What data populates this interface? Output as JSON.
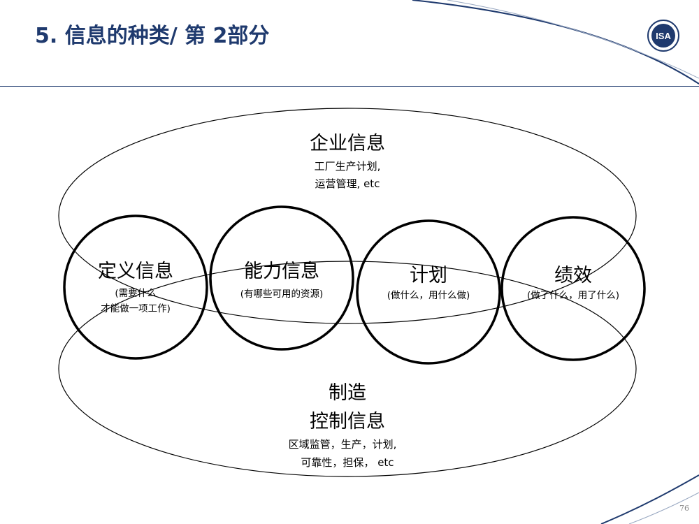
{
  "title": "5. 信息的种类/ 第 2部分",
  "logo_text": "ISA",
  "slide_number": "76",
  "enterprise": {
    "label": "企业信息",
    "desc_line1": "工厂生产计划,",
    "desc_line2": "运营管理, etc"
  },
  "manufacturing": {
    "label_line1": "制造",
    "label_line2": "控制信息",
    "desc_line1": "区域监管，生产，计划,",
    "desc_line2": "可靠性，担保， etc"
  },
  "circles": [
    {
      "label": "定义信息",
      "desc_line1": "(需要什么",
      "desc_line2": "才能做一项工作)"
    },
    {
      "label": "能力信息",
      "desc_line1": "(有哪些可用的资源)",
      "desc_line2": ""
    },
    {
      "label": "计划",
      "desc_line1": "(做什么，用什么做)",
      "desc_line2": ""
    },
    {
      "label": "绩效",
      "desc_line1": "(做了什么，用了什么)",
      "desc_line2": ""
    }
  ],
  "colors": {
    "title": "#1f3a6e",
    "accent": "#1f3a6e",
    "lines": "#000000"
  }
}
